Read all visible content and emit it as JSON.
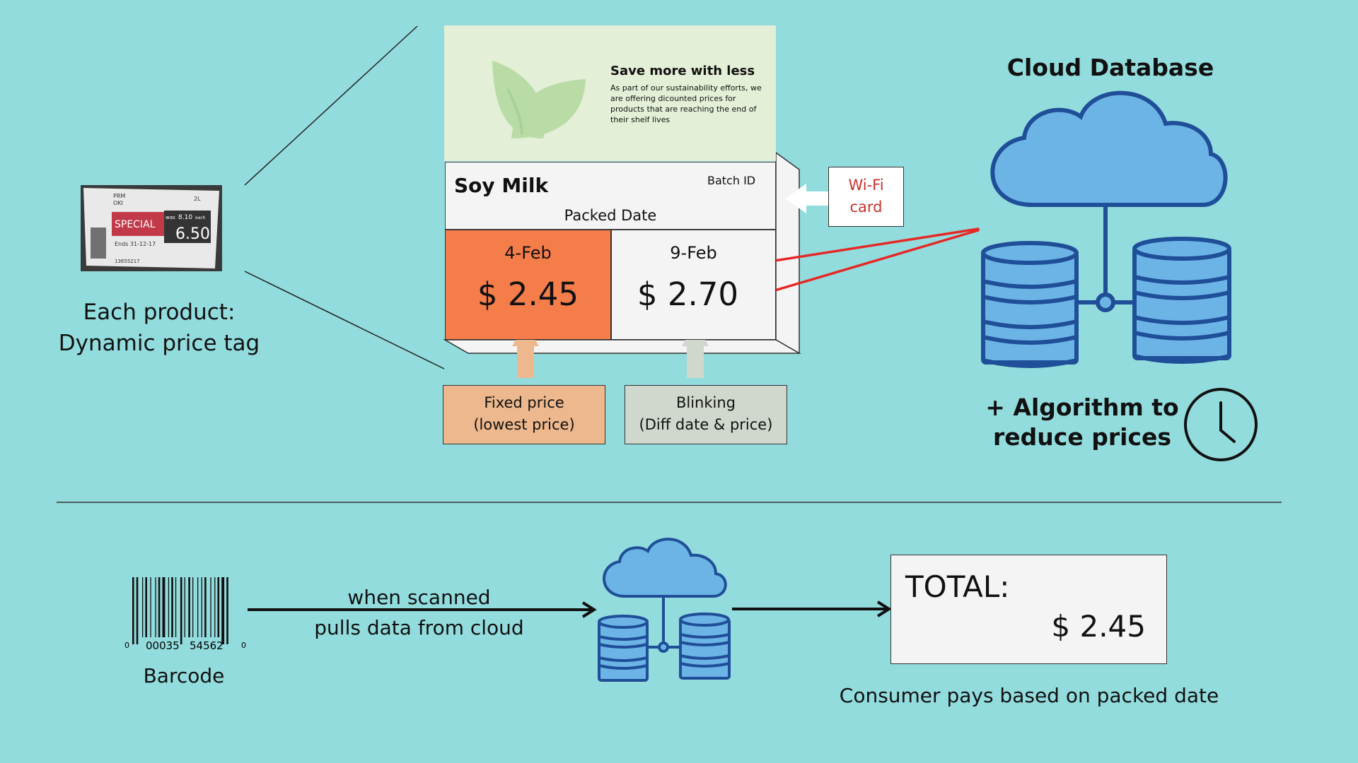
{
  "esl": {
    "caption": "Each product:\nDynamic price tag",
    "photo_text": {
      "brand": "PRM",
      "brand2": "OKI",
      "size": "2L",
      "special": "SPECIAL",
      "was": "was",
      "was_price": "8.10",
      "per": "each",
      "price": "6.50",
      "ends": "Ends  31-12-17",
      "code": "13655217"
    }
  },
  "tag": {
    "banner_title": "Save more with less",
    "banner_body": "As part of our sustainability efforts, we are offering dicounted prices for products that are reaching the end of their shelf lives",
    "product_name": "Soy Milk",
    "batch_id": "Batch ID",
    "packed_date": "Packed Date",
    "cells": [
      {
        "date": "4-Feb",
        "price": "$ 2.45"
      },
      {
        "date": "9-Feb",
        "price": "$ 2.70"
      }
    ]
  },
  "boxes": {
    "fixed": "Fixed price\n(lowest price)",
    "blink": "Blinking\n(Diff date & price)"
  },
  "wifi": "Wi-Fi\ncard",
  "cloud": {
    "title": "Cloud Database",
    "algorithm": "+ Algorithm to\nreduce prices"
  },
  "bottom": {
    "barcode_digits": [
      "0",
      "00035",
      "54562",
      "0"
    ],
    "barcode_caption": "Barcode",
    "scan_text": "when scanned\npulls data from cloud",
    "total_label": "TOTAL:",
    "total_value": "$ 2.45",
    "pays_caption": "Consumer pays based on packed date"
  },
  "colors": {
    "background": "#93dcdd",
    "cloud_fill": "#6cb4e6",
    "cloud_stroke": "#1f4f98",
    "orange_cell": "#f57d4a",
    "arrow_red": "#e52826",
    "wifi_text": "#c9302c"
  }
}
